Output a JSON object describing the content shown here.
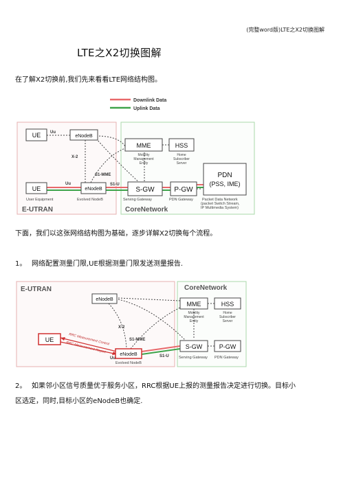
{
  "header": "(完整word版)LTE之X2切换图解",
  "title": "LTE之X2切换图解",
  "intro": "在了解X2切换前,我们先来看看LTE网络结构图。",
  "below_fig1": "下面，我们以这张网络结构图为基础，逐步详解X2切换每个流程。",
  "step1": {
    "num": "1。",
    "text": "网络配置测量门限,UE根据测量门限发送测量报告."
  },
  "step2": {
    "num": "2。",
    "line1": "如果邻小区信号质量优于服务小区，RRC根据UE上报的测量报告决定进行切换。目标小",
    "line2": "区选定，同时,目标小区的eNodeB也确定."
  },
  "colors": {
    "downlink": "#e8686a",
    "uplink": "#3da34a",
    "eutran_border": "#e6b0b0",
    "core_border": "#a9d8a9"
  },
  "fig1": {
    "legend_down": "Downlink Data",
    "legend_up": "Uplink Data",
    "ue_top": "UE",
    "uu_top": "Uu",
    "enodeb_top": "eNodeB",
    "x2": "X-2",
    "s1mme": "S1-MME",
    "s1u": "S1-U",
    "ue_bottom": "UE",
    "uu_bottom": "Uu",
    "enodeb_bottom": "eNodeB",
    "ue_caption": "User Equipment",
    "enodeb_caption": "Evolved NodeB",
    "mme": "MME",
    "mme_caption1": "Mobility",
    "mme_caption2": "Management",
    "mme_caption3": "Entity",
    "hss": "HSS",
    "hss_caption1": "Home",
    "hss_caption2": "Subscriber",
    "hss_caption3": "Server",
    "sgw": "S-GW",
    "sgw_caption": "Serving Gateway",
    "pgw": "P-GW",
    "pgw_caption": "PDN Gateway",
    "pdn1": "PDN",
    "pdn2": "(PSS, IME)",
    "pdn_caption1": "Packet Data Network",
    "pdn_caption2": "(packet Switch Stream,",
    "pdn_caption3": "IP Multimedia System)",
    "eutran": "E-UTRAN",
    "core": "CoreNetwork"
  },
  "fig2": {
    "eutran": "E-UTRAN",
    "core": "CoreNetwork",
    "enodeb_top": "eNodeB",
    "mme": "MME",
    "mme_caption1": "Mobility",
    "mme_caption2": "Management",
    "mme_caption3": "Entity",
    "hss": "HSS",
    "hss_caption1": "Home",
    "hss_caption2": "Subscriber",
    "hss_caption3": "Server",
    "x2": "X-2",
    "s1mme": "S1-MME",
    "s1u": "S1-U",
    "uu": "Uu",
    "ue": "UE",
    "rrc_control": "RRC Measurement Control",
    "rrc_report": "RRC Measurement Report",
    "enodeb_bottom": "eNodeB",
    "enodeb_caption": "Evolved NodeB",
    "sgw": "S-GW",
    "sgw_caption": "Serving Gateway",
    "pgw": "P-GW",
    "pgw_caption": "PDN Gateway"
  }
}
